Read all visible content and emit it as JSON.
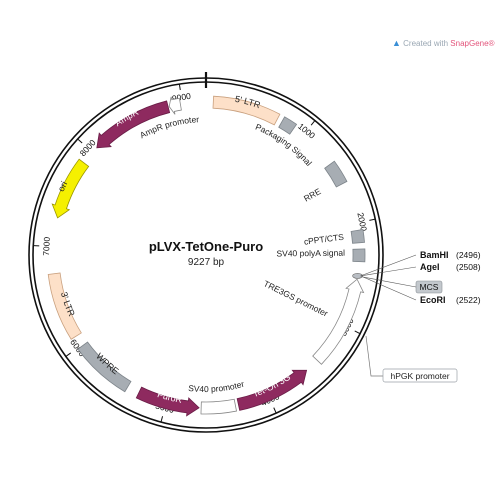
{
  "watermark": {
    "prefix": "Created with ",
    "brand": "SnapGene",
    "reg": "®"
  },
  "map": {
    "name": "pLVX-TetOne-Puro",
    "size_label": "9227 bp",
    "total_bp": 9227,
    "ticks": [
      1000,
      2000,
      3000,
      4000,
      5000,
      6000,
      7000,
      8000,
      9000
    ],
    "features": [
      {
        "id": "5ltr",
        "label": "5' LTR",
        "start": 70,
        "end": 710,
        "kind": "box",
        "color": "#fde0c8",
        "stroke": "#c9a07e",
        "label_inside": true
      },
      {
        "id": "packaging",
        "label": "Packaging Signal",
        "start": 760,
        "end": 890,
        "kind": "box",
        "color": "#a7adb3",
        "stroke": "#7d848a",
        "label_inside": false
      },
      {
        "id": "rre",
        "label": "RRE",
        "start": 1380,
        "end": 1600,
        "kind": "box",
        "color": "#a7adb3",
        "stroke": "#7d848a",
        "label_inside": false
      },
      {
        "id": "cppt",
        "label": "cPPT/CTS",
        "start": 2070,
        "end": 2190,
        "kind": "box",
        "color": "#a7adb3",
        "stroke": "#7d848a",
        "label_inside": false
      },
      {
        "id": "sv40pa",
        "label": "SV40 polyA signal",
        "start": 2250,
        "end": 2370,
        "kind": "box",
        "color": "#a7adb3",
        "stroke": "#7d848a",
        "label_inside": false
      },
      {
        "id": "tre3gs",
        "label": "TRE3GS promoter",
        "start": 2540,
        "end": 3420,
        "kind": "arrow_ccw",
        "color": "#ffffff",
        "stroke": "#888888",
        "label_inside": false
      },
      {
        "id": "teton3g",
        "label": "Tet-On 3G",
        "start": 3560,
        "end": 4300,
        "kind": "arrow_ccw",
        "color": "#8e2a5f",
        "stroke": "#6a1d47",
        "label_inside": true
      },
      {
        "id": "sv40prom",
        "label": "SV40 promoter",
        "start": 4330,
        "end": 4660,
        "kind": "box",
        "color": "#ffffff",
        "stroke": "#888888",
        "label_inside": false
      },
      {
        "id": "puror",
        "label": "PuroR",
        "start": 4680,
        "end": 5280,
        "kind": "arrow_ccw",
        "color": "#8e2a5f",
        "stroke": "#6a1d47",
        "label_inside": true
      },
      {
        "id": "wpre",
        "label": "WPRE",
        "start": 5400,
        "end": 5990,
        "kind": "box",
        "color": "#a7adb3",
        "stroke": "#7d848a",
        "label_inside": true
      },
      {
        "id": "3ltr",
        "label": "3' LTR",
        "start": 6100,
        "end": 6740,
        "kind": "box",
        "color": "#fde0c8",
        "stroke": "#c9a07e",
        "label_inside": true
      },
      {
        "id": "ori",
        "label": "ori",
        "start": 7280,
        "end": 7870,
        "kind": "arrow_ccw",
        "color": "#f5f000",
        "stroke": "#9a9600",
        "label_inside": true
      },
      {
        "id": "ampr",
        "label": "AmpR",
        "start": 8060,
        "end": 8860,
        "kind": "arrow_ccw",
        "color": "#8e2a5f",
        "stroke": "#6a1d47",
        "label_inside": true
      },
      {
        "id": "amprprom",
        "label": "AmpR promoter",
        "start": 8870,
        "end": 8980,
        "kind": "arrow_ccw",
        "color": "#ffffff",
        "stroke": "#888888",
        "label_inside": false
      }
    ],
    "sites": [
      {
        "enzyme": "BamHI",
        "position": "(2496)"
      },
      {
        "enzyme": "AgeI",
        "position": "(2508)"
      },
      {
        "enzyme": "EcoRI",
        "position": "(2522)"
      }
    ],
    "mcs_label": "MCS",
    "hpgk_label": "hPGK promoter"
  }
}
